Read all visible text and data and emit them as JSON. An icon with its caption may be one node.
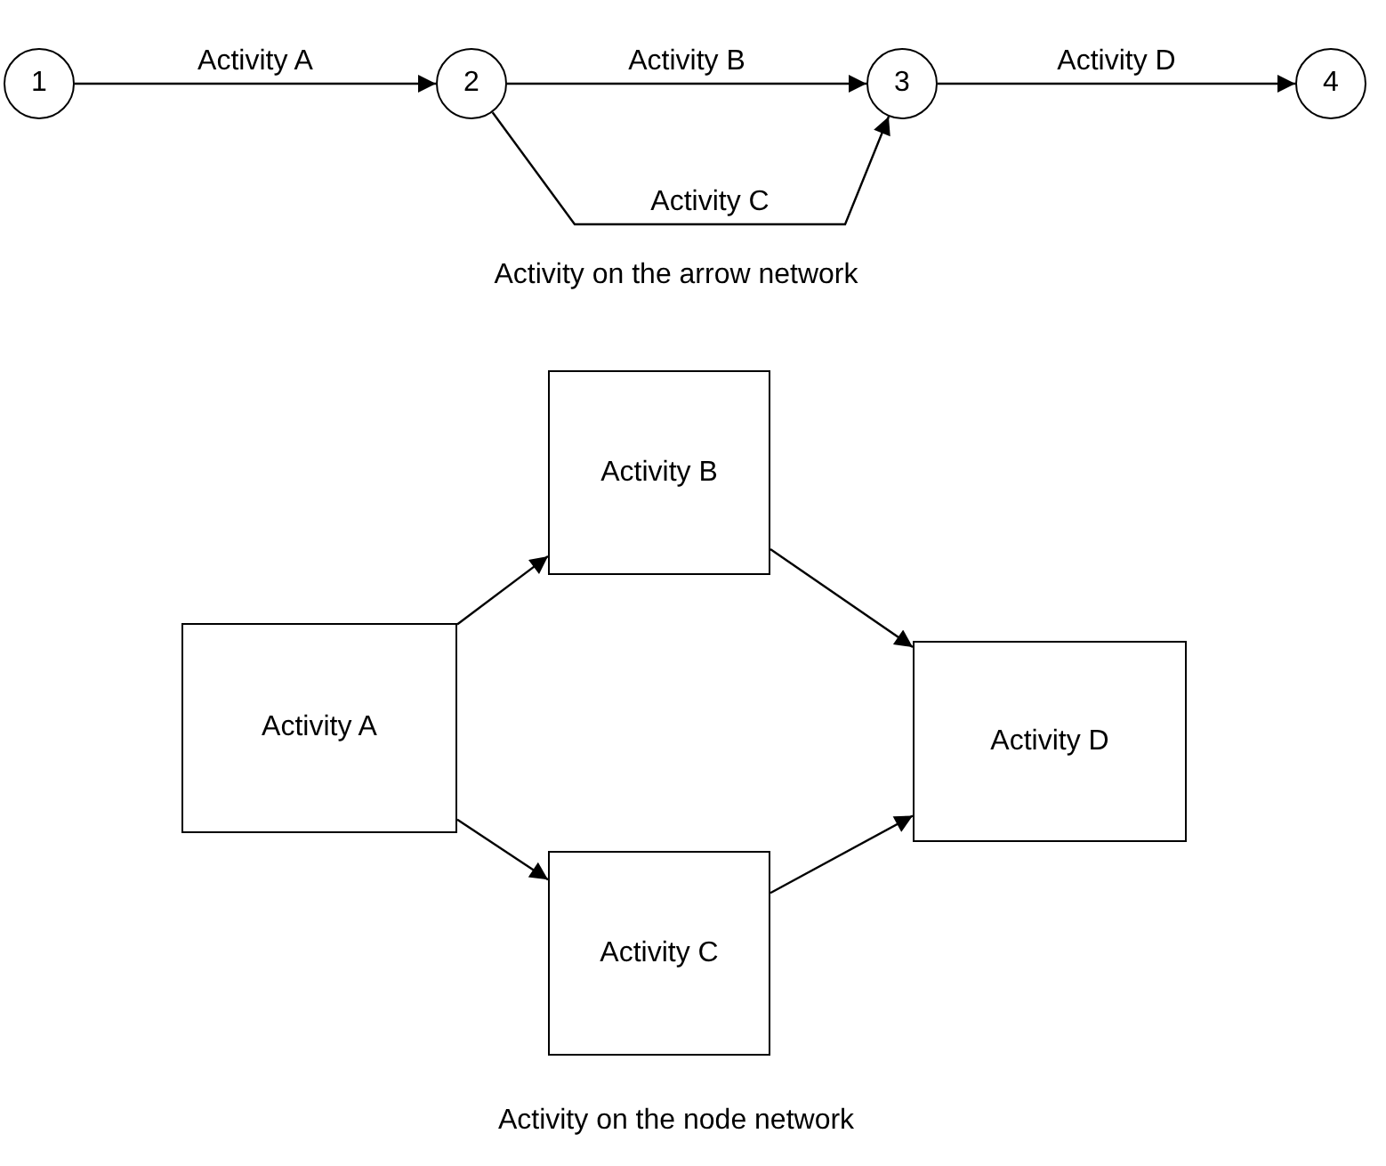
{
  "diagram": {
    "nodes": [
      {
        "text": [
          "1"
        ]
      },
      {
        "text": [
          "2"
        ]
      },
      {
        "text": [
          "3"
        ]
      },
      {
        "text": [
          "4"
        ]
      },
      {
        "text": [
          "Activity B"
        ]
      },
      {
        "text": [
          "Activity A"
        ]
      },
      {
        "text": [
          "Activity D"
        ]
      },
      {
        "text": [
          "Activity C"
        ]
      }
    ],
    "edges": [
      {
        "from": 0,
        "to": 1,
        "arrow": "to",
        "label": "Activity A"
      },
      {
        "from": 1,
        "to": 2,
        "arrow": "to",
        "label": "Activity B"
      },
      {
        "from": 1,
        "to": 2,
        "arrow": "to",
        "label": "Activity C"
      },
      {
        "from": 2,
        "to": 3,
        "arrow": "to",
        "label": "Activity D"
      },
      {
        "from": 5,
        "to": 4,
        "arrow": "to"
      },
      {
        "from": 4,
        "to": 6,
        "arrow": "to"
      },
      {
        "from": 5,
        "to": 7,
        "arrow": "to"
      },
      {
        "from": 7,
        "to": 6,
        "arrow": "to"
      }
    ],
    "labels": [
      "Activity on the arrow network",
      "Activity on the node network"
    ]
  }
}
